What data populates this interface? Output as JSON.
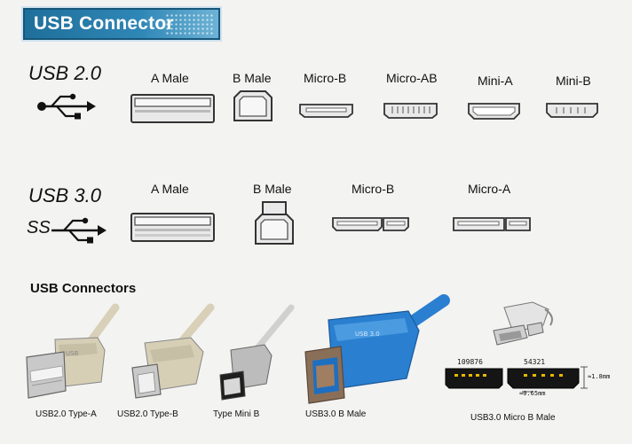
{
  "header": {
    "title": "USB Connector"
  },
  "usb2": {
    "version": "USB 2.0",
    "connectors": [
      "A Male",
      "B Male",
      "Micro-B",
      "Micro-AB",
      "Mini-A",
      "Mini-B"
    ]
  },
  "usb3": {
    "version": "USB 3.0",
    "ss_label": "SS",
    "connectors": [
      "A Male",
      "B Male",
      "Micro-B",
      "Micro-A"
    ]
  },
  "photos": {
    "heading": "USB Connectors",
    "captions": [
      "USB2.0 Type-A",
      "USB2.0 Type-B",
      "Type Mini B",
      "USB3.0 B Male",
      "USB3.0 Micro B Male"
    ],
    "pin_numbers_left": "109876",
    "pin_numbers_right": "54321",
    "dim_height": "≈1.8mm",
    "dim_pitch": "≈0.65mm"
  },
  "colors": {
    "banner": "#2f87b6",
    "connector_fill": "#e9e9e9",
    "connector_stroke": "#333333",
    "usb3_blue": "#2a7fd0"
  }
}
